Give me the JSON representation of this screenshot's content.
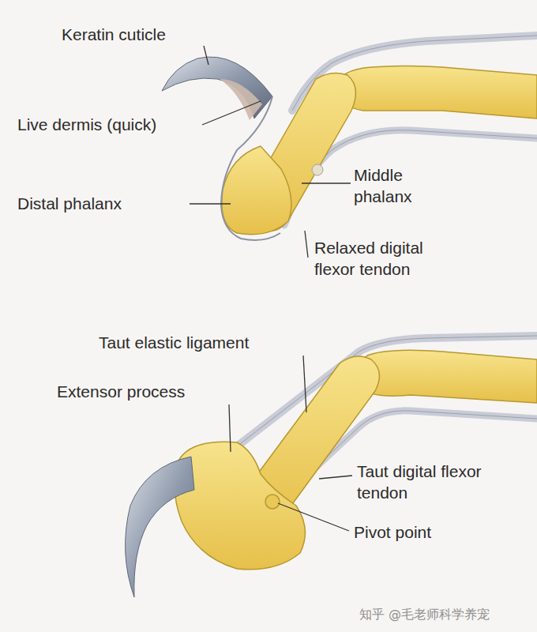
{
  "diagram": {
    "labels": [
      "Keratin cuticle",
      "Live dermis (quick)",
      "Distal phalanx",
      "Middle phalanx",
      "Relaxed digital flexor tendon",
      "Taut elastic ligament",
      "Extensor process",
      "Taut digital flexor tendon",
      "Pivot point",
      "知乎 @毛老师科学养宠"
    ]
  }
}
